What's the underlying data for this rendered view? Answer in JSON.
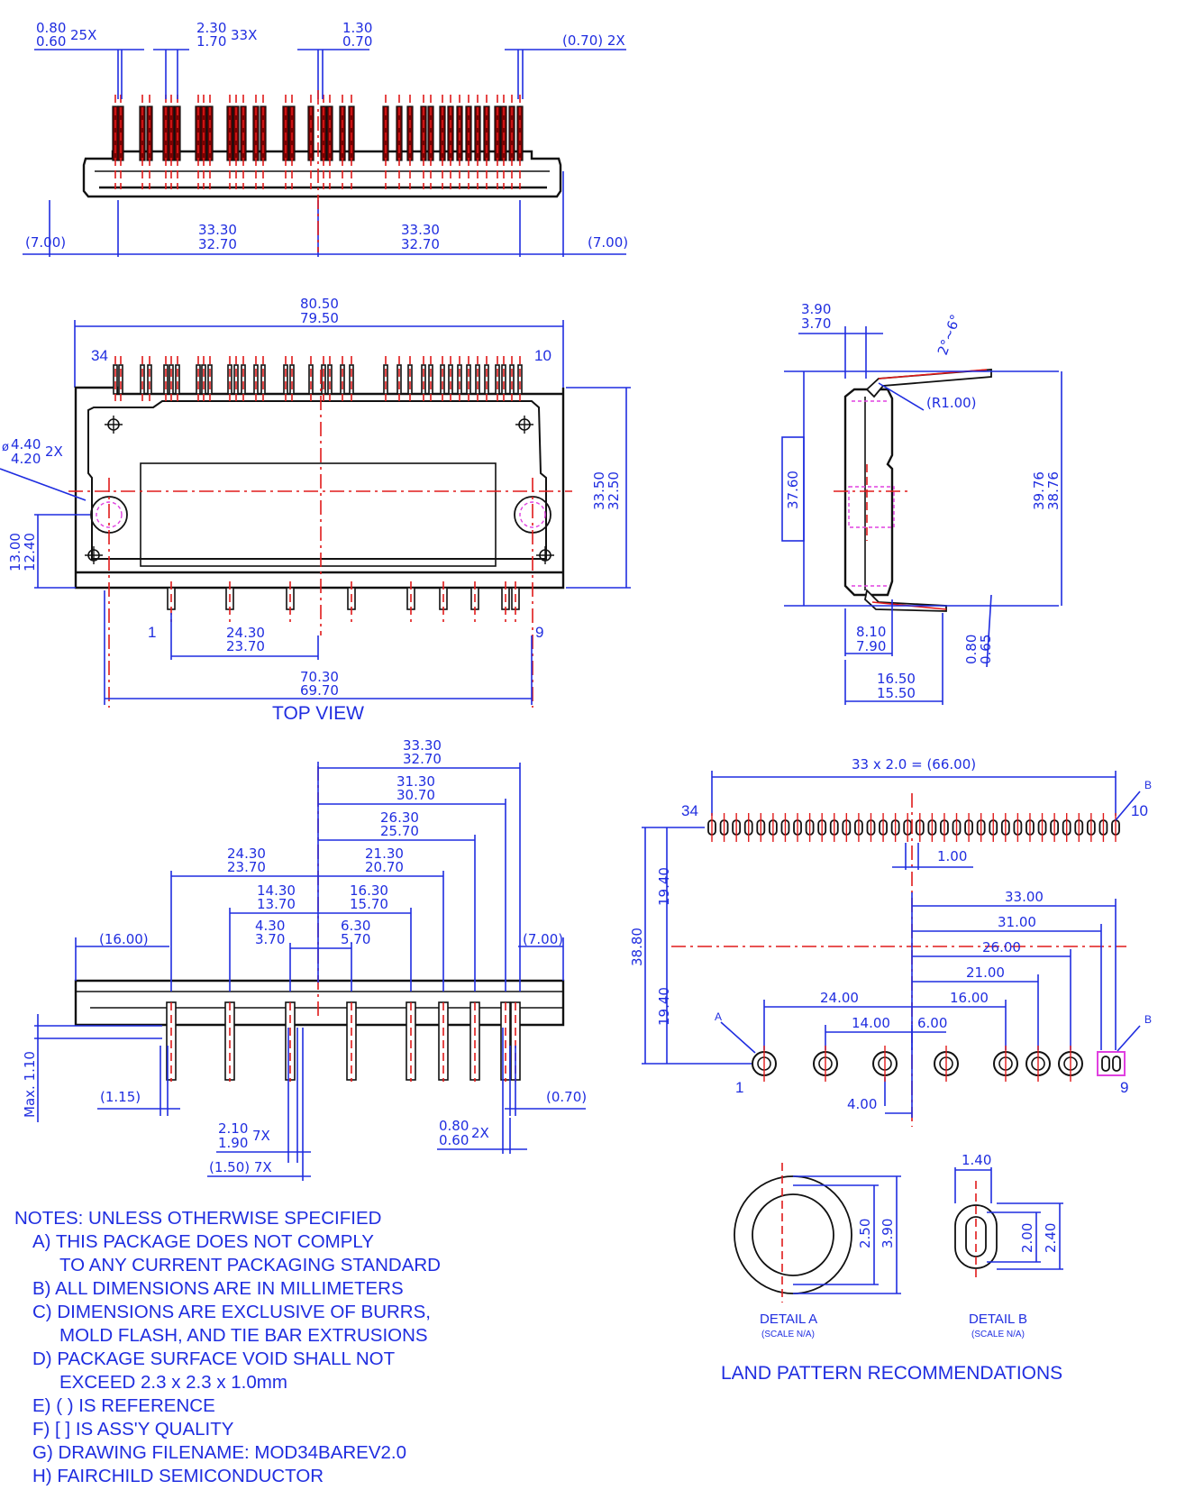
{
  "front_view": {
    "pin_width": [
      "0.80",
      "0.60",
      "25X"
    ],
    "pin_pitch": [
      "2.30",
      "1.70",
      "33X"
    ],
    "pin_gap": [
      "1.30",
      "0.70"
    ],
    "end_pin": "(0.70) 2X",
    "left_offset": "(7.00)",
    "right_offset": "(7.00)",
    "half_span_left": [
      "33.30",
      "32.70"
    ],
    "half_span_right": [
      "33.30",
      "32.70"
    ]
  },
  "top_view": {
    "title": "TOP VIEW",
    "overall_width": [
      "80.50",
      "79.50"
    ],
    "pin_34": "34",
    "pin_10": "10",
    "pin_1": "1",
    "pin_9": "9",
    "hole_dia_symbol": "ø",
    "hole_dia": [
      "4.40",
      "4.20",
      "2X"
    ],
    "body_height": [
      "33.50",
      "32.50"
    ],
    "hole_height": [
      "13.00",
      "12.40"
    ],
    "pin_span_a": [
      "24.30",
      "23.70"
    ],
    "pin_span_b": [
      "70.30",
      "69.70"
    ]
  },
  "side_view": {
    "lead_thick": [
      "3.90",
      "3.70"
    ],
    "angle": "2°~6°",
    "radius": "(R1.00)",
    "body_h": "37.60",
    "total_h": [
      "39.76",
      "38.76"
    ],
    "lead_out": [
      "8.10",
      "7.90"
    ],
    "lead_span": [
      "16.50",
      "15.50"
    ],
    "lead_t": [
      "0.80",
      "0.65"
    ]
  },
  "bottom_view": {
    "d1": [
      "33.30",
      "32.70"
    ],
    "d2": [
      "31.30",
      "30.70"
    ],
    "d3": [
      "26.30",
      "25.70"
    ],
    "d4": [
      "24.30",
      "23.70"
    ],
    "d5": [
      "21.30",
      "20.70"
    ],
    "d6": [
      "14.30",
      "13.70"
    ],
    "d7": [
      "16.30",
      "15.70"
    ],
    "d8": [
      "4.30",
      "3.70"
    ],
    "d9": [
      "6.30",
      "5.70"
    ],
    "left_ref": "(16.00)",
    "right_ref": "(7.00)",
    "max_h": "Max. 1.10",
    "lead_ref": "(1.15)",
    "end_ref": "(0.70)",
    "pin_w": [
      "2.10",
      "1.90",
      "7X"
    ],
    "pin_w2": [
      "0.80",
      "0.60",
      "2X"
    ],
    "pin_ref": "(1.50) 7X"
  },
  "land_pattern": {
    "title": "LAND PATTERN RECOMMENDATIONS",
    "pitch": "33 x 2.0 = (66.00)",
    "pin_34": "34",
    "pin_10": "10",
    "pin_1": "1",
    "pin_9": "9",
    "label_a": "A",
    "label_b": "B",
    "gap": "1.00",
    "half_h_top": "19.40",
    "half_h_bot": "19.40",
    "total_h": "38.80",
    "r1": "33.00",
    "r2": "31.00",
    "r3": "26.00",
    "r4": "21.00",
    "r5": "16.00",
    "l1": "24.00",
    "l2": "14.00",
    "l3": "6.00",
    "l4": "4.00"
  },
  "detail_a": {
    "title": "DETAIL A",
    "scale": "(SCALE N/A)",
    "inner": "2.50",
    "outer": "3.90"
  },
  "detail_b": {
    "title": "DETAIL B",
    "scale": "(SCALE N/A)",
    "w": "1.40",
    "inner": "2.00",
    "outer": "2.40"
  },
  "notes": [
    "NOTES: UNLESS OTHERWISE SPECIFIED",
    "A) THIS PACKAGE DOES NOT COMPLY",
    "TO ANY CURRENT PACKAGING STANDARD",
    "B) ALL DIMENSIONS ARE IN MILLIMETERS",
    "C) DIMENSIONS ARE EXCLUSIVE OF BURRS,",
    "MOLD FLASH, AND TIE BAR EXTRUSIONS",
    "D) PACKAGE SURFACE VOID SHALL NOT",
    "EXCEED 2.3 x 2.3 x 1.0mm",
    "E) ( ) IS REFERENCE",
    "F) [ ] IS ASS'Y QUALITY",
    "G) DRAWING FILENAME: MOD34BAREV2.0",
    "H) FAIRCHILD SEMICONDUCTOR"
  ]
}
